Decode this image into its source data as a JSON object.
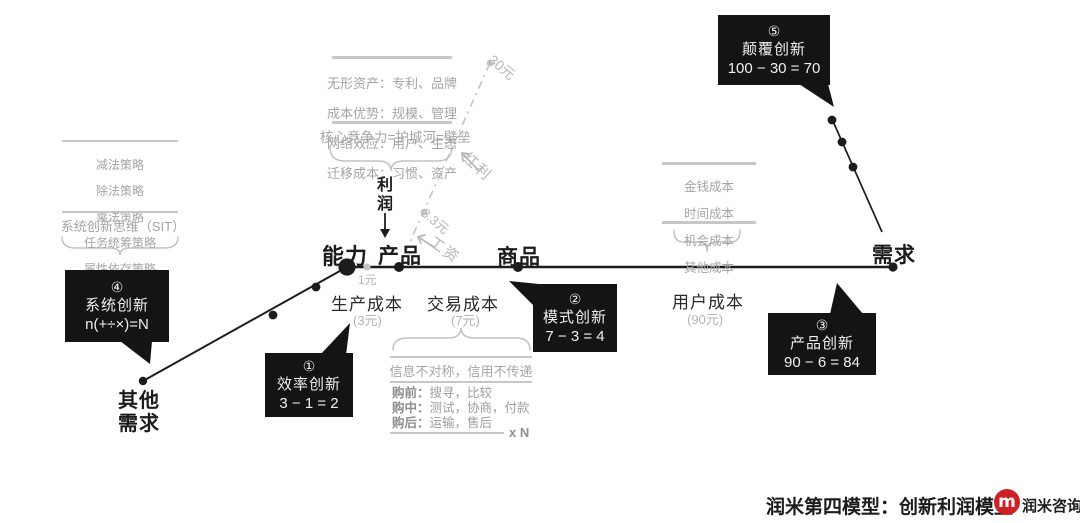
{
  "palette": {
    "ink": "#1c1c1c",
    "gray_text": "#a5a5a5",
    "light_gray": "#c3c3c3",
    "callout_bg": "#141414",
    "callout_text": "#efefef",
    "logo_red": "#cc2127"
  },
  "sit_block": {
    "lines": [
      "减法策略",
      "除法策略",
      "乘法策略",
      "任务统筹策略",
      "属性依存策略"
    ],
    "caption": "系统创新思维（SIT）"
  },
  "moat_block": {
    "lines": [
      "无形资产：专利、品牌",
      "成本优势：规模、管理",
      "网络效应：用户、生态",
      "迁移成本：习惯、资产"
    ],
    "caption": "核心竞争力=护城河=壁垒"
  },
  "user_cost_block": {
    "lines": [
      "金钱成本",
      "时间成本",
      "机会成本",
      "其他成本"
    ]
  },
  "transaction_block": {
    "caption": "信息不对称，信用不传递",
    "rows": [
      {
        "label": "购前：",
        "value": "搜寻，比较"
      },
      {
        "label": "购中：",
        "value": "测试，协商，付款"
      },
      {
        "label": "购后：",
        "value": "运输，售后"
      }
    ],
    "multiplier": "x N"
  },
  "nodes": {
    "capability": "能力",
    "product": "产品",
    "goods": "商品",
    "demand": "需求",
    "other_demand": "其他\n需求"
  },
  "profit_label": "利润",
  "price_labels": {
    "top": "30元",
    "mid": "3.3元",
    "base": "1元",
    "bonus": "红利",
    "wage": "工资"
  },
  "costs": {
    "production": {
      "title": "生产成本",
      "value": "(3元)"
    },
    "transaction": {
      "title": "交易成本",
      "value": "(7元)"
    },
    "user": {
      "title": "用户成本",
      "value": "(90元)"
    }
  },
  "callouts": {
    "c1": {
      "num": "①",
      "title": "效率创新",
      "formula": "3 − 1 = 2"
    },
    "c2": {
      "num": "②",
      "title": "模式创新",
      "formula": "7 − 3 = 4"
    },
    "c3": {
      "num": "③",
      "title": "产品创新",
      "formula": "90 − 6 = 84"
    },
    "c4": {
      "num": "④",
      "title": "系统创新",
      "formula": "n(+÷×)=N"
    },
    "c5": {
      "num": "⑤",
      "title": "颠覆创新",
      "formula": "100 − 30 = 70"
    }
  },
  "footer": {
    "title": "润米第四模型：创新利润模型",
    "logo_letter": "m",
    "logo_text": "润米咨询"
  }
}
